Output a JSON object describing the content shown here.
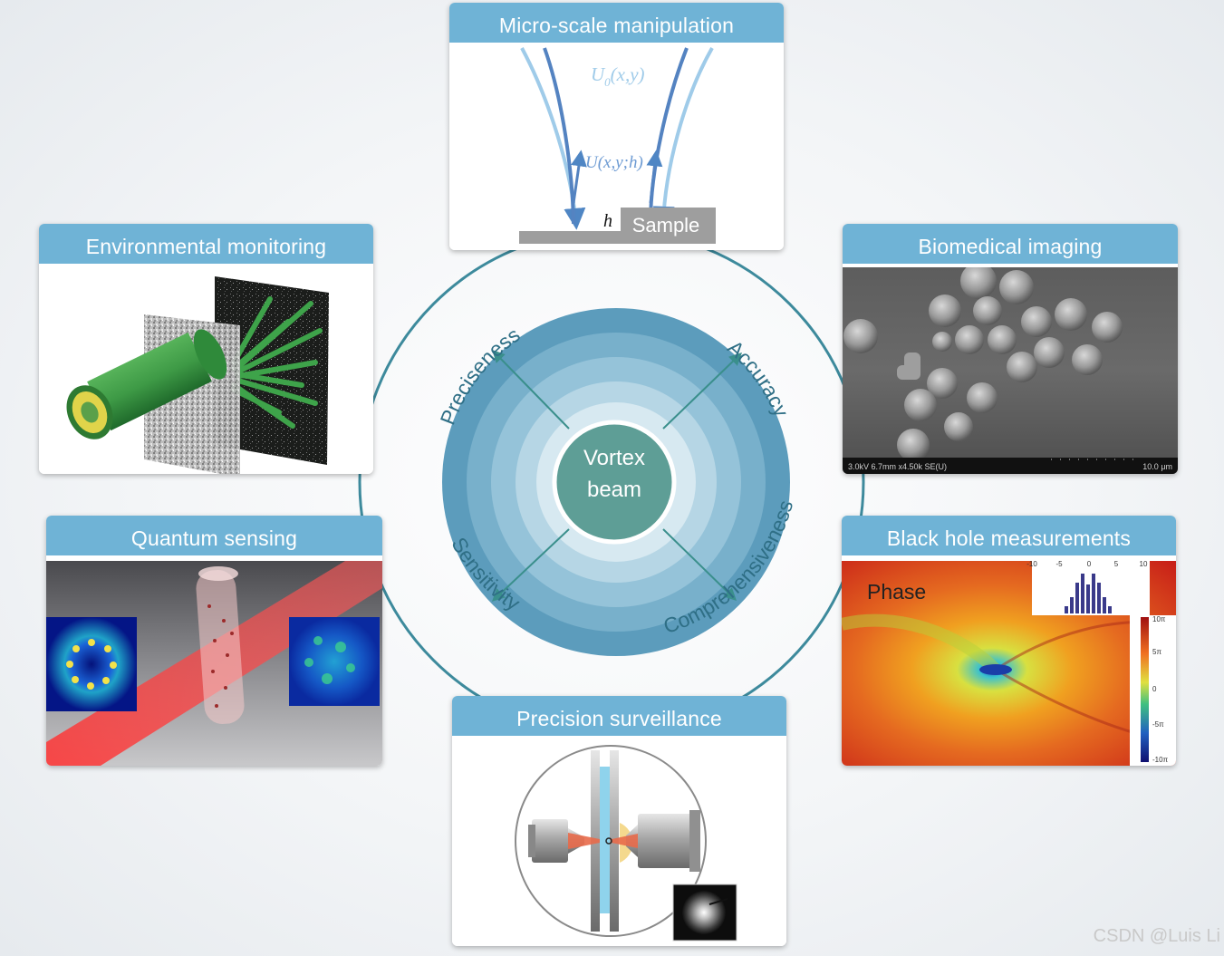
{
  "center": {
    "label_line1": "Vortex",
    "label_line2": "beam",
    "properties": [
      "Preciseness",
      "Accuracy",
      "Sensitivity",
      "Comprehensiveness"
    ]
  },
  "colors": {
    "header": "#6fb3d6",
    "ring_line": "#3d8a9c",
    "center": "#5e9e96",
    "rings": [
      "#5c9cbc",
      "#78b0cb",
      "#95c3d9",
      "#b6d6e5",
      "#d7e9f1"
    ]
  },
  "panels": {
    "micro": {
      "title": "Micro-scale manipulation",
      "label_u0": "U",
      "label_u0_sub": "0",
      "label_u0_args": "(x,y)",
      "label_u": "U(x,y;h)",
      "label_h": "h",
      "label_sample": "Sample"
    },
    "environmental": {
      "title": "Environmental monitoring"
    },
    "biomedical": {
      "title": "Biomedical imaging",
      "sem_info": "3.0kV 6.7mm x4.50k SE(U)",
      "scale_label": "10.0 μm"
    },
    "quantum": {
      "title": "Quantum sensing"
    },
    "blackhole": {
      "title": "Black hole measurements",
      "phase_label": "Phase",
      "hist_ticks": [
        "-10",
        "-5",
        "0",
        "5",
        "10"
      ],
      "colorbar_ticks": [
        "10π",
        "5π",
        "0",
        "-5π",
        "-10π"
      ]
    },
    "surveillance": {
      "title": "Precision surveillance"
    }
  },
  "watermark": "CSDN @Luis Li"
}
